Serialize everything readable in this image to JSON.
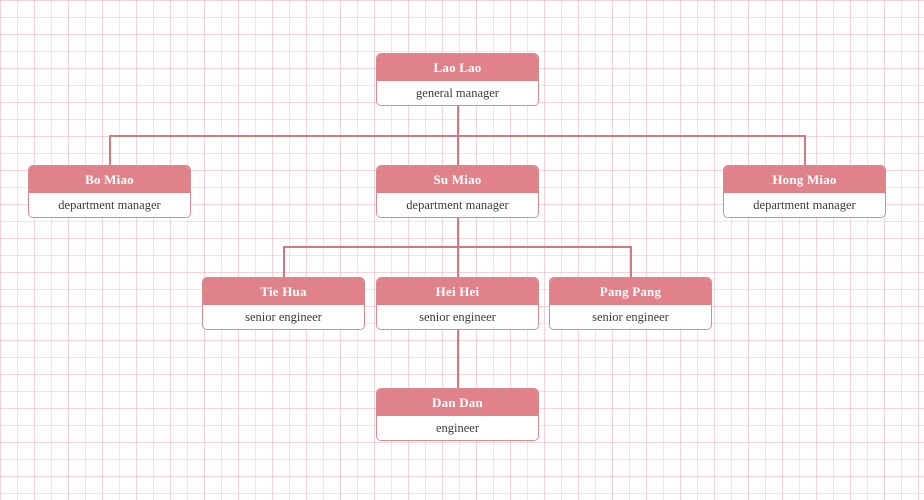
{
  "chart_data": {
    "type": "diagram",
    "diagram_type": "organizational-chart",
    "title": "",
    "orientation": "top-down",
    "colors": {
      "node_header_fill": "#e08289",
      "node_header_text": "#ffffff",
      "node_body_fill": "#ffffff",
      "node_body_text": "#3c3c3c",
      "node_border": "#d98a8f",
      "connector": "#cd7b80",
      "background": "#ffffff",
      "grid_pink": "#e296a0",
      "grid_gray": "#9696a0"
    },
    "nodes": [
      {
        "id": "lao-lao",
        "name": "Lao Lao",
        "role": "general manager",
        "level": 0,
        "parent": null
      },
      {
        "id": "bo-miao",
        "name": "Bo Miao",
        "role": "department manager",
        "level": 1,
        "parent": "lao-lao"
      },
      {
        "id": "su-miao",
        "name": "Su Miao",
        "role": "department manager",
        "level": 1,
        "parent": "lao-lao"
      },
      {
        "id": "hong-miao",
        "name": "Hong Miao",
        "role": "department manager",
        "level": 1,
        "parent": "lao-lao"
      },
      {
        "id": "tie-hua",
        "name": "Tie Hua",
        "role": "senior engineer",
        "level": 2,
        "parent": "su-miao"
      },
      {
        "id": "hei-hei",
        "name": "Hei Hei",
        "role": "senior engineer",
        "level": 2,
        "parent": "su-miao"
      },
      {
        "id": "pang-pang",
        "name": "Pang Pang",
        "role": "senior engineer",
        "level": 2,
        "parent": "su-miao"
      },
      {
        "id": "dan-dan",
        "name": "Dan Dan",
        "role": "engineer",
        "level": 3,
        "parent": "hei-hei"
      }
    ],
    "edges": [
      {
        "from": "lao-lao",
        "to": "bo-miao"
      },
      {
        "from": "lao-lao",
        "to": "su-miao"
      },
      {
        "from": "lao-lao",
        "to": "hong-miao"
      },
      {
        "from": "su-miao",
        "to": "tie-hua"
      },
      {
        "from": "su-miao",
        "to": "hei-hei"
      },
      {
        "from": "su-miao",
        "to": "pang-pang"
      },
      {
        "from": "hei-hei",
        "to": "dan-dan"
      }
    ]
  },
  "nodes": {
    "lao_lao": {
      "name": "Lao Lao",
      "role": "general manager"
    },
    "bo_miao": {
      "name": "Bo Miao",
      "role": "department manager"
    },
    "su_miao": {
      "name": "Su Miao",
      "role": "department manager"
    },
    "hong_miao": {
      "name": "Hong Miao",
      "role": "department manager"
    },
    "tie_hua": {
      "name": "Tie Hua",
      "role": "senior engineer"
    },
    "hei_hei": {
      "name": "Hei Hei",
      "role": "senior engineer"
    },
    "pang_pang": {
      "name": "Pang Pang",
      "role": "senior engineer"
    },
    "dan_dan": {
      "name": "Dan Dan",
      "role": "engineer"
    }
  }
}
